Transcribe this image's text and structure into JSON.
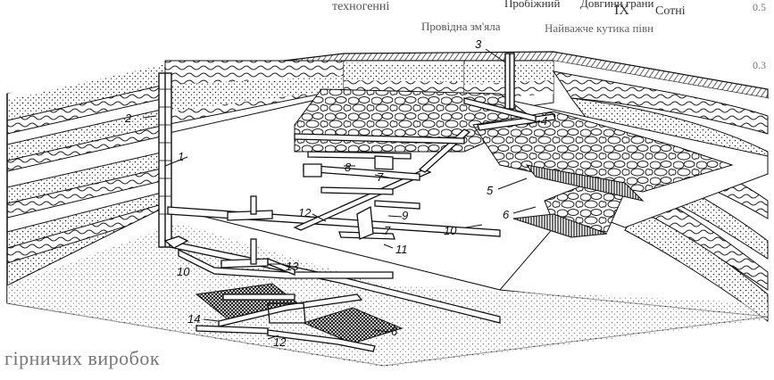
{
  "header": {
    "roman": "IX",
    "col1": "Сотні",
    "col2a": "Пробіжний",
    "col2b": "Довгини грани",
    "row2a": "техногенні",
    "row2b": "Провідна зм'яла",
    "row2c": "Найважче кутика півн",
    "val1": "0.5",
    "val2": "0.3"
  },
  "labels": [
    "1",
    "2",
    "3",
    "4",
    "5",
    "6",
    "7",
    "8",
    "9",
    "10",
    "11",
    "12",
    "13",
    "14"
  ],
  "caption": "гірничих виробок"
}
